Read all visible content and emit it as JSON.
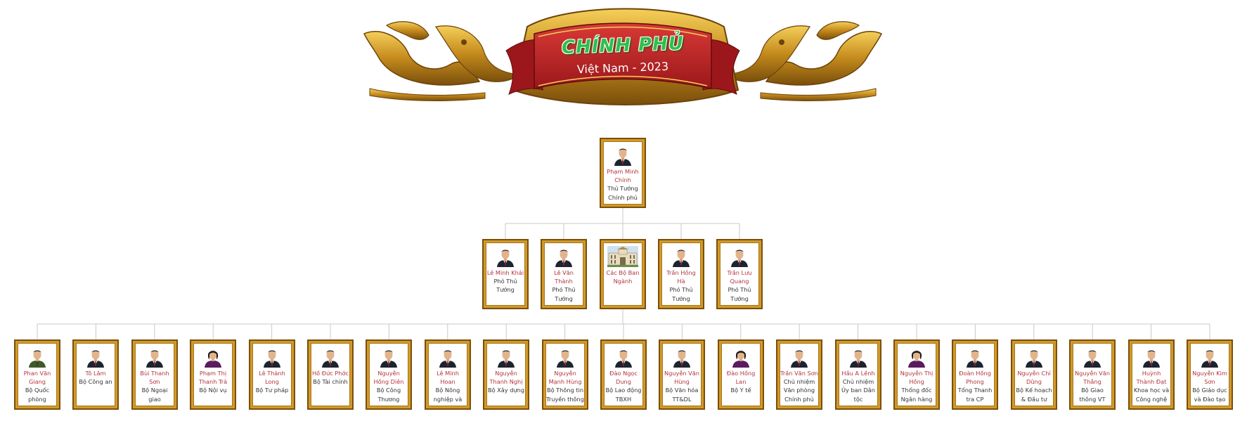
{
  "banner": {
    "title": "CHÍNH PHỦ",
    "subtitle": "Việt Nam - 2023"
  },
  "colors": {
    "frame_gold": "#d19a2a",
    "frame_dark": "#7a4f0c",
    "name_text": "#b5343c",
    "role_text": "#333333",
    "connector": "#c9c9c9",
    "banner_red": "#c5262c",
    "title_green": "#2fbf4a"
  },
  "org_chart": {
    "root": {
      "name": "Phạm Minh Chính",
      "role": "Thủ Tướng Chính phủ",
      "photo": "portrait-icon"
    },
    "level2": [
      {
        "name": "Lê Minh Khái",
        "role": "Phó Thủ Tướng",
        "photo": "portrait-icon"
      },
      {
        "name": "Lê Văn Thành",
        "role": "Phó Thủ Tướng",
        "photo": "portrait-icon"
      },
      {
        "name": "Các Bộ Ban Ngành",
        "role": "",
        "photo": "building-icon"
      },
      {
        "name": "Trần Hồng Hà",
        "role": "Phó Thủ Tướng",
        "photo": "portrait-icon"
      },
      {
        "name": "Trần Lưu Quang",
        "role": "Phó Thủ Tướng",
        "photo": "portrait-icon"
      }
    ],
    "level3": [
      {
        "name": "Phan Văn Giang",
        "role": "Bộ Quốc phòng",
        "photo": "portrait-military-icon"
      },
      {
        "name": "Tô Lâm",
        "role": "Bộ Công an",
        "photo": "portrait-icon"
      },
      {
        "name": "Bùi Thanh Sơn",
        "role": "Bộ Ngoại giao",
        "photo": "portrait-icon"
      },
      {
        "name": "Phạm Thị Thanh Trà",
        "role": "Bộ Nội vụ",
        "photo": "portrait-female-icon"
      },
      {
        "name": "Lê Thành Long",
        "role": "Bộ Tư pháp",
        "photo": "portrait-icon"
      },
      {
        "name": "Hồ Đức Phớc",
        "role": "Bộ Tài chính",
        "photo": "portrait-icon"
      },
      {
        "name": "Nguyễn Hồng Diên",
        "role": "Bộ Công Thương",
        "photo": "portrait-icon"
      },
      {
        "name": "Lê Minh Hoan",
        "role": "Bộ Nông nghiệp và NT",
        "photo": "portrait-icon"
      },
      {
        "name": "Nguyễn Thanh Nghị",
        "role": "Bộ Xây dựng",
        "photo": "portrait-icon"
      },
      {
        "name": "Nguyễn Mạnh Hùng",
        "role": "Bộ Thông tin Truyền thông",
        "photo": "portrait-icon"
      },
      {
        "name": "Đào Ngọc Dung",
        "role": "Bộ Lao động TBXH",
        "photo": "portrait-icon"
      },
      {
        "name": "Nguyễn Văn Hùng",
        "role": "Bộ Văn hóa TT&DL",
        "photo": "portrait-icon"
      },
      {
        "name": "Đào Hồng Lan",
        "role": "Bộ Y tế",
        "photo": "portrait-female-icon"
      },
      {
        "name": "Trần Văn Sơn",
        "role": "Chủ nhiệm Văn phòng Chính phủ",
        "photo": "portrait-icon"
      },
      {
        "name": "Hầu A Lềnh",
        "role": "Chủ nhiệm Ủy ban Dân tộc",
        "photo": "portrait-icon"
      },
      {
        "name": "Nguyễn Thị Hồng",
        "role": "Thống đốc Ngân hàng NN",
        "photo": "portrait-female-icon"
      },
      {
        "name": "Đoàn Hồng Phong",
        "role": "Tổng Thanh tra CP",
        "photo": "portrait-icon"
      },
      {
        "name": "Nguyễn Chí Dũng",
        "role": "Bộ Kế hoạch & Đầu tư",
        "photo": "portrait-icon"
      },
      {
        "name": "Nguyễn Văn Thắng",
        "role": "Bộ Giao thông VT",
        "photo": "portrait-icon"
      },
      {
        "name": "Huỳnh Thành Đạt",
        "role": "Khoa học và Công nghệ",
        "photo": "portrait-icon"
      },
      {
        "name": "Nguyễn Kim Sơn",
        "role": "Bộ Giáo dục và Đào tạo",
        "photo": "portrait-icon"
      }
    ]
  }
}
